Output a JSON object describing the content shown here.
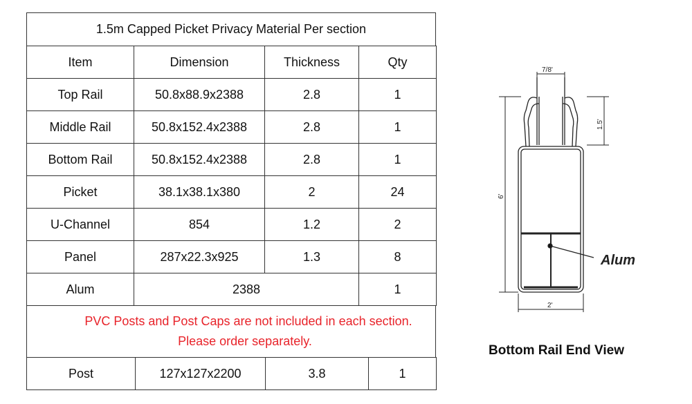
{
  "title": "1.5m Capped Picket Privacy Material Per section",
  "headers": [
    "Item",
    "Dimension",
    "Thickness",
    "Qty"
  ],
  "rows": [
    [
      "Top  Rail",
      "50.8x88.9x2388",
      "2.8",
      "1"
    ],
    [
      "Middle Rail",
      "50.8x152.4x2388",
      "2.8",
      "1"
    ],
    [
      "Bottom  Rail",
      "50.8x152.4x2388",
      "2.8",
      "1"
    ],
    [
      "Picket",
      "38.1x38.1x380",
      "2",
      "24"
    ],
    [
      "U-Channel",
      "854",
      "1.2",
      "2"
    ],
    [
      "Panel",
      "287x22.3x925",
      "1.3",
      "8"
    ]
  ],
  "alum_row": [
    "Alum",
    "2388",
    "1"
  ],
  "note": {
    "line1": "PVC Posts and Post Caps are not included in each section.",
    "line2": "Please order separately."
  },
  "post_row": [
    "Post",
    "127x127x2200",
    "3.8",
    "1"
  ],
  "drawing": {
    "caption": "Bottom Rail  End View",
    "callout": "Alum",
    "dim_top": "7/8'",
    "dim_fin": "1.5'",
    "dim_height": "6'",
    "dim_width": "2'"
  }
}
